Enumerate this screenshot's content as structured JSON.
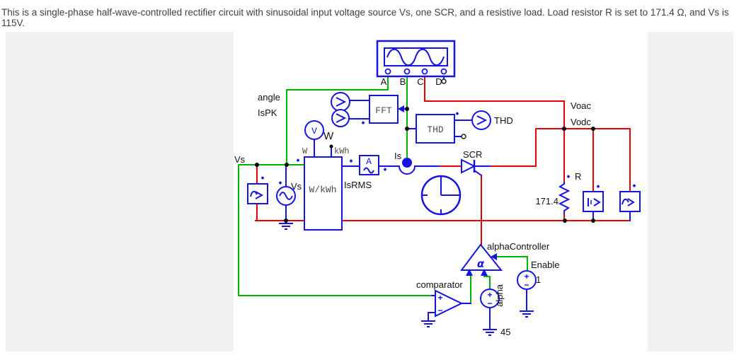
{
  "header": {
    "text": "This is a single-phase half-wave-controlled rectifier circuit with sinusoidal input voltage source Vs, one SCR, and a resistive load. Load resistor R is set to 171.4 Ω, and Vs is 115V."
  },
  "scope": {
    "terminals": [
      "A",
      "B",
      "C",
      "D"
    ]
  },
  "blocks": {
    "fft": "FFT",
    "thd": "THD",
    "wkwh": "W/kWh",
    "ammeter": "A",
    "voltmeter": "V"
  },
  "labels": {
    "vs_node": "Vs",
    "angle": "angle",
    "ispk": "IsPK",
    "w_probe": "W",
    "w_terminal": "W",
    "kwh_terminal": "kWh",
    "vs_source": "Vs",
    "isrms": "IsRMS",
    "is": "Is",
    "scr": "SCR",
    "thd": "THD",
    "voac": "Voac",
    "vodc": "Vodc",
    "r": "R",
    "r_value": "171.4",
    "alpha_controller": "alphaController",
    "comparator": "comparator",
    "enable": "Enable",
    "enable_value": "1",
    "alpha": "alpha",
    "alpha_value": "45"
  },
  "symbols": {
    "alpha": "α",
    "plus": "+",
    "minus": "−"
  },
  "colors": {
    "wire_green": "#00b400",
    "wire_red": "#e60000",
    "component_blue": "#1414e6",
    "junction": "#000000",
    "label": "#111111",
    "block_text": "#4d4d4d",
    "canvas": "#ffffff",
    "margin": "#f1f1f1",
    "header_text": "#3f3f3f"
  }
}
